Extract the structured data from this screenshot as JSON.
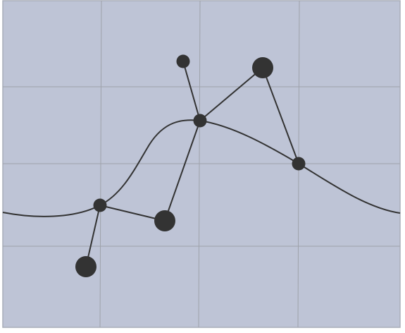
{
  "colors": {
    "background": "#bec4d6",
    "grid": "#9ea2aa",
    "ink": "#333333"
  },
  "nodes": [
    {
      "id": "a",
      "size": "small"
    },
    {
      "id": "b",
      "size": "small"
    },
    {
      "id": "c",
      "size": "small"
    },
    {
      "id": "d",
      "size": "large"
    },
    {
      "id": "e",
      "size": "large"
    },
    {
      "id": "f",
      "size": "small"
    },
    {
      "id": "g",
      "size": "large"
    }
  ],
  "edges": [
    {
      "from": "a",
      "to": "g"
    },
    {
      "from": "a",
      "to": "e"
    },
    {
      "from": "e",
      "to": "b"
    },
    {
      "from": "b",
      "to": "f"
    },
    {
      "from": "b",
      "to": "d"
    },
    {
      "from": "d",
      "to": "c"
    }
  ]
}
